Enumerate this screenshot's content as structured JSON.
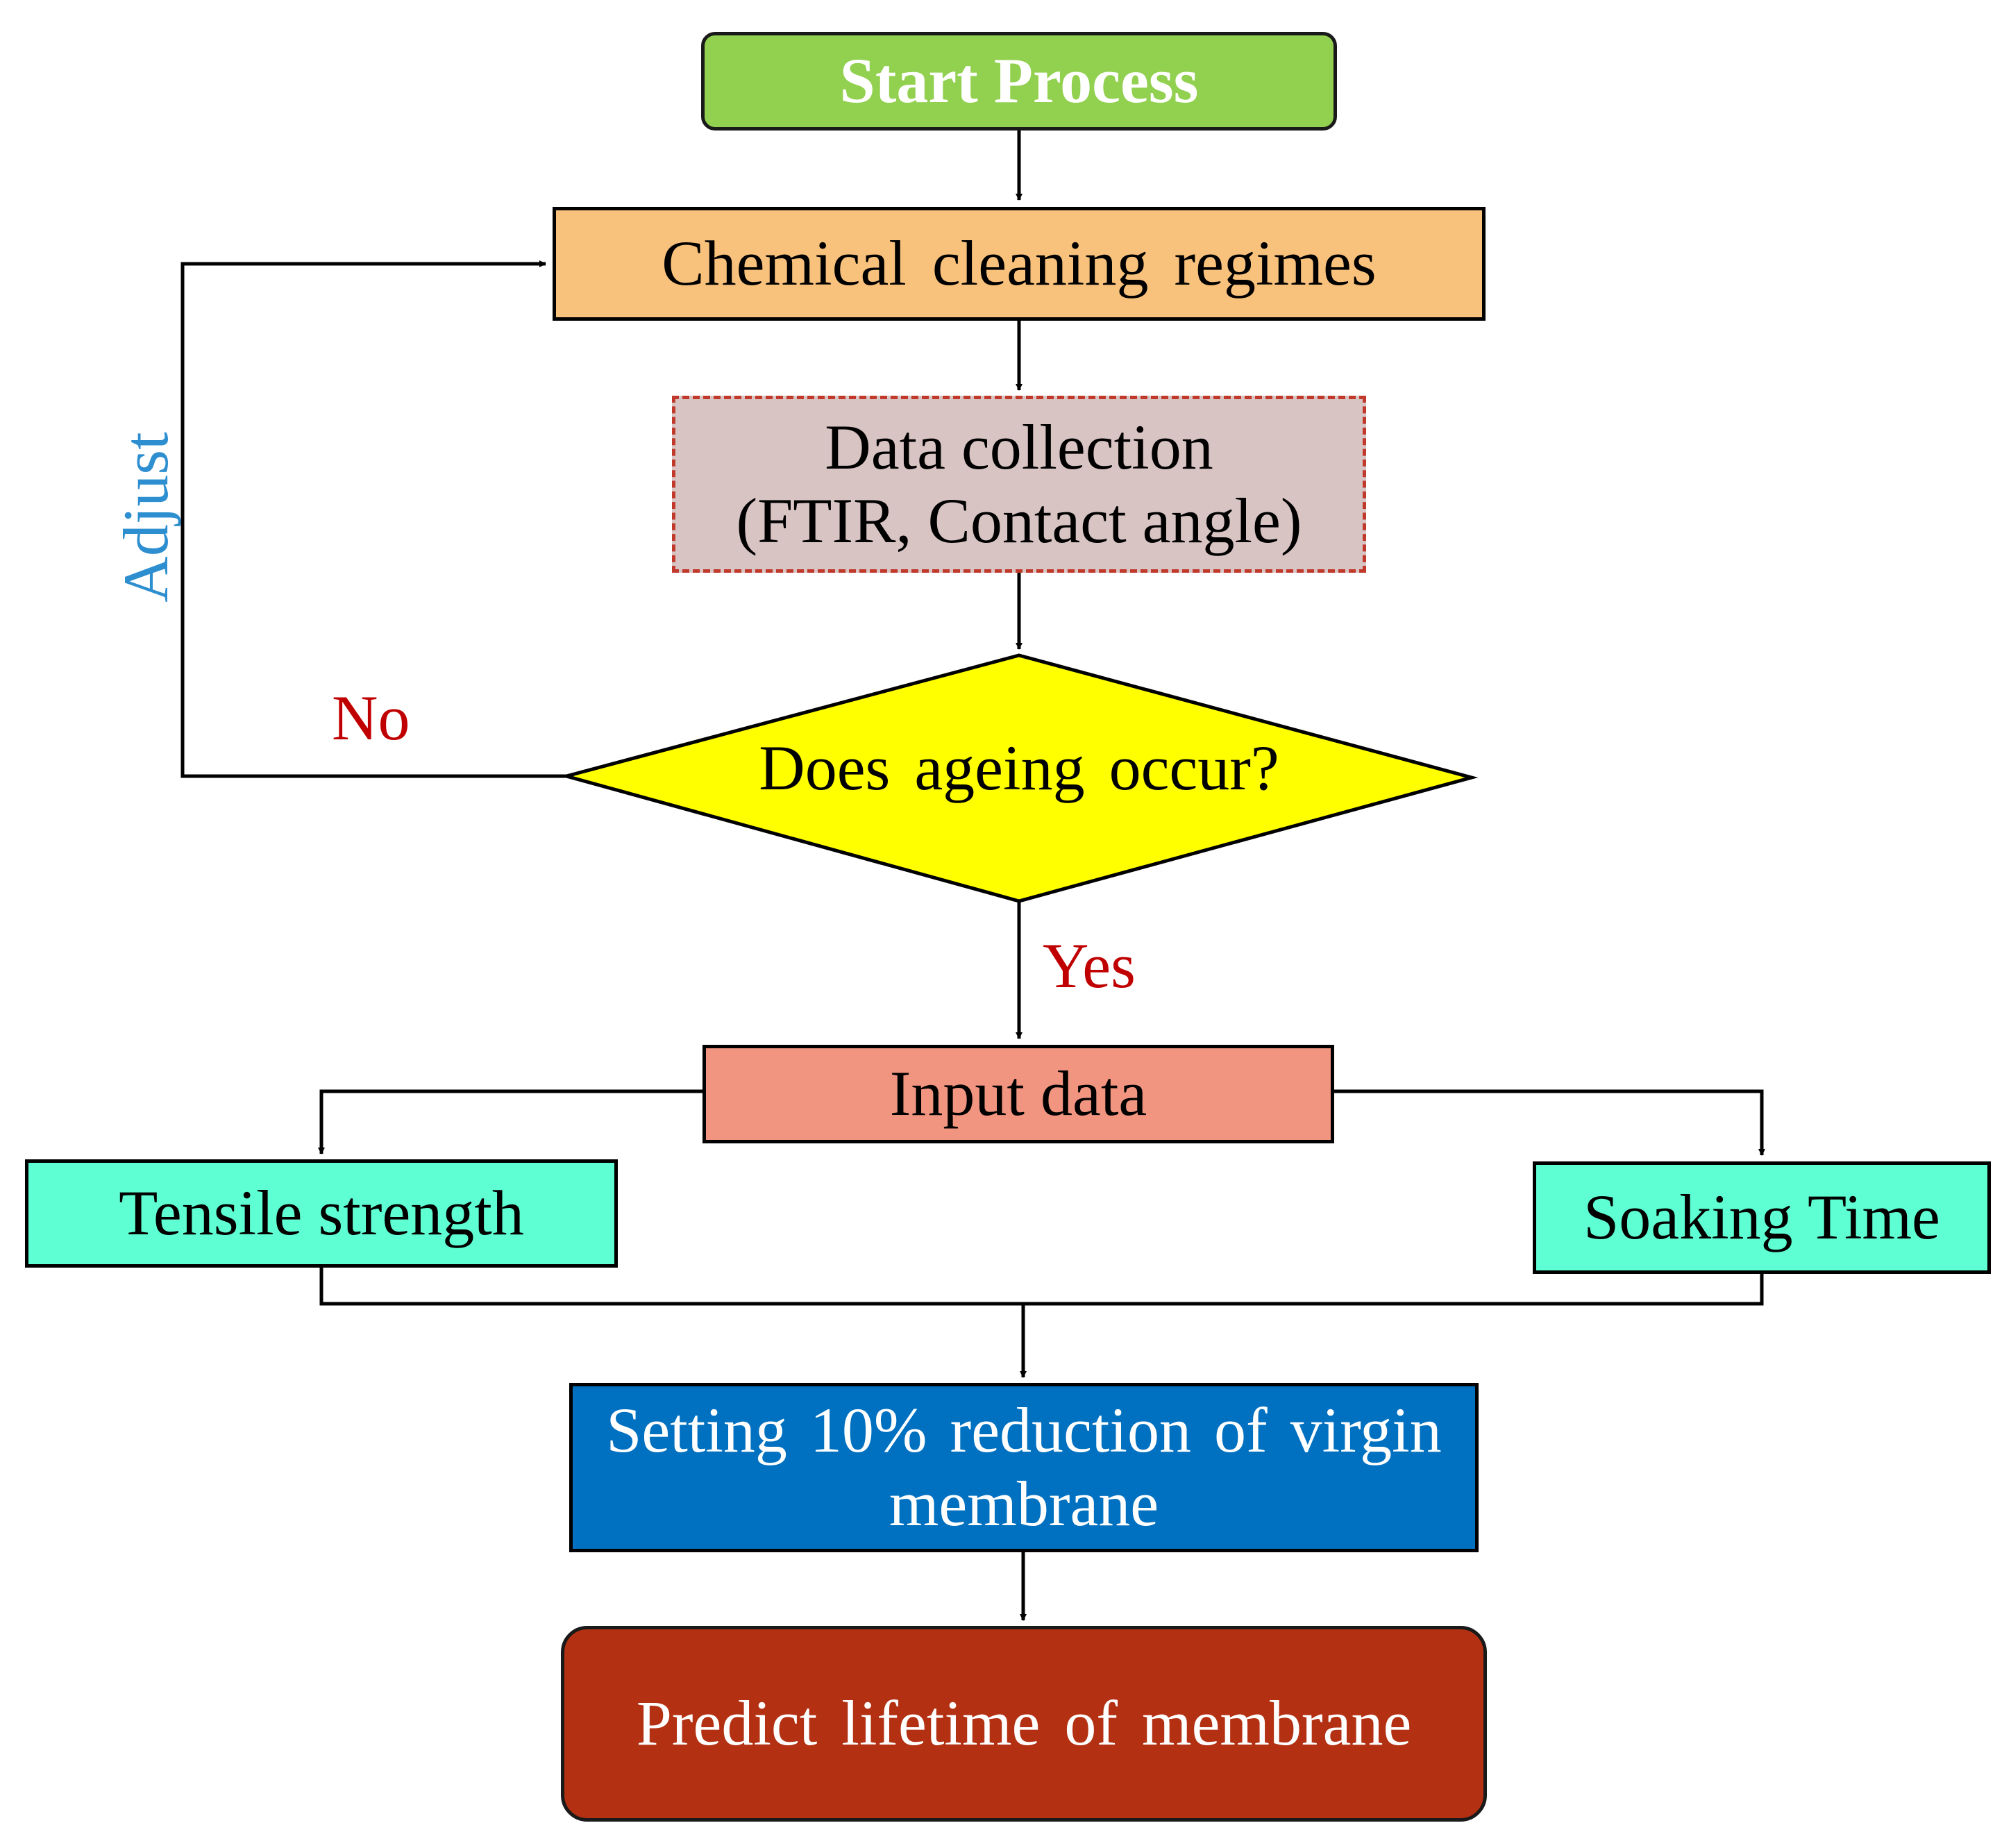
{
  "nodes": {
    "start": "Start Process",
    "cleaning": "Chemical cleaning regimes",
    "collection_line1": "Data collection",
    "collection_line2": "(FTIR, Contact angle)",
    "decision": "Does ageing occur?",
    "input": "Input data",
    "tensile": "Tensile strength",
    "soaking": "Soaking Time",
    "setting_line1": "Setting 10% reduction of virgin",
    "setting_line2": "membrane",
    "predict": "Predict lifetime of membrane"
  },
  "edge_labels": {
    "no": "No",
    "yes": "Yes",
    "adjust": "Adjust"
  },
  "colors": {
    "start": "#92d050",
    "cleaning": "#f9c27c",
    "collection": "#d8c4c3",
    "collection_border": "#c0392b",
    "decision": "#ffff00",
    "input": "#f19580",
    "tensile_soaking": "#5fffd4",
    "setting": "#0070c0",
    "predict": "#b33012",
    "no_yes_label": "#c00000",
    "adjust_label": "#2e8fd0"
  }
}
